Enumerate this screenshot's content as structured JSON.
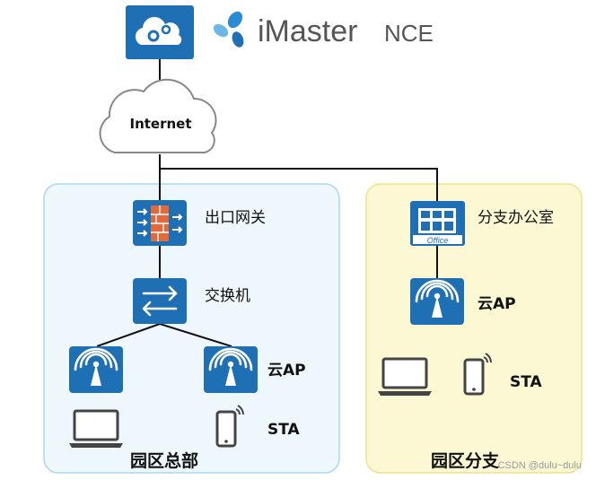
{
  "brand": {
    "name": "iMaster",
    "suffix": "NCE",
    "color": "#1f6fb5"
  },
  "nodes": {
    "internet": "Internet",
    "hq_gateway": "出口网关",
    "hq_switch": "交换机",
    "hq_ap": "云AP",
    "hq_sta": "STA",
    "branch_office": "分支办公室",
    "branch_office_badge": "Office",
    "branch_ap": "云AP",
    "branch_sta": "STA"
  },
  "zones": {
    "hq": {
      "title": "园区总部",
      "fill": "#eef7fc",
      "stroke": "#a9d8ee"
    },
    "branch": {
      "title": "园区分支",
      "fill": "#fdf8d4",
      "stroke": "#efe08a"
    }
  },
  "icons": {
    "controller": "cloud-gear-icon",
    "internet": "cloud-icon",
    "gateway": "firewall-icon",
    "switch": "switch-icon",
    "ap": "wireless-ap-icon",
    "laptop": "laptop-icon",
    "phone": "phone-icon",
    "office": "office-building-icon",
    "logo": "imaster-logo-icon"
  },
  "watermark": "CSDN @dulu~dulu",
  "colors": {
    "icon_blue": "#1f6fb5",
    "link": "#111111"
  }
}
